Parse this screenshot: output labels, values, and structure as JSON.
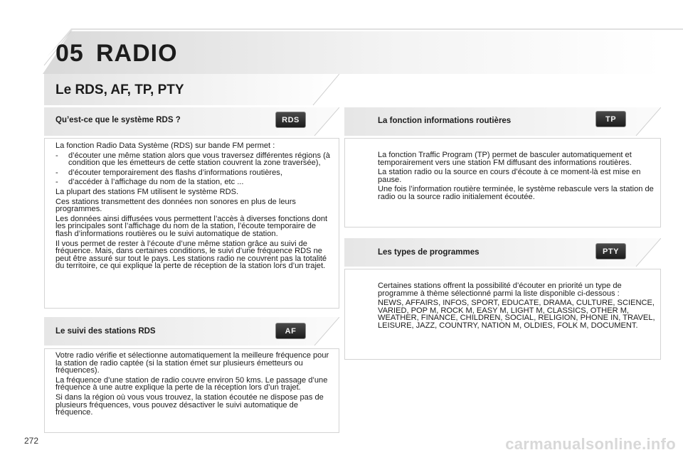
{
  "header": {
    "chapter_number": "05",
    "chapter_title": "RADIO"
  },
  "page_heading": "Le RDS, AF, TP, PTY",
  "sections": {
    "rds": {
      "title": "Qu’est-ce que le système RDS ?",
      "badge": "RDS",
      "intro": "La fonction Radio Data Système (RDS) sur bande FM permet :",
      "items": [
        "d’écouter une même station alors que vous traversez différentes régions (à condition que les émetteurs de cette station couvrent la zone traversée),",
        "d’écouter temporairement des flashs d’informations routières,",
        "d’accéder à l’affichage du nom de la station, etc ..."
      ],
      "p1": "La plupart des stations FM utilisent le système RDS.",
      "p2": "Ces stations transmettent des données non sonores en plus de leurs programmes.",
      "p3": "Les données ainsi diffusées vous permettent l’accès à diverses fonctions dont les principales sont l’affichage du nom de la station, l’écoute temporaire de flash d’informations routières ou le suivi automatique de station.",
      "p4": "Il vous permet de rester à l’écoute d’une même station grâce au suivi de fréquence. Mais, dans certaines conditions, le suivi d’une fréquence RDS ne peut être assuré sur tout le pays. Les stations radio ne couvrent pas la totalité du territoire, ce qui explique la perte de réception de la station lors d’un trajet."
    },
    "af": {
      "title": "Le suivi des stations RDS",
      "badge": "AF",
      "p1": "Votre radio vérifie et sélectionne automatiquement la meilleure fréquence pour la station de radio captée (si la station émet sur plusieurs émetteurs ou fréquences).",
      "p2": "La fréquence d’une station de radio couvre environ 50 kms. Le passage d’une fréquence à une autre explique la perte de la réception lors d’un trajet.",
      "p3": "Si dans la région où vous vous trouvez, la station écoutée ne dispose pas de plusieurs fréquences, vous pouvez désactiver le suivi automatique de fréquence."
    },
    "tp": {
      "title": "La fonction informations routières",
      "badge": "TP",
      "p1": "La fonction Traffic Program (TP) permet de basculer automatiquement et temporairement vers une station FM diffusant des informations routières.",
      "p2": "La station radio ou la source en cours d’écoute à ce moment-là est mise en pause.",
      "p3": "Une fois l’information routière terminée, le système rebascule vers la station de radio ou la source radio initialement écoutée."
    },
    "pty": {
      "title": "Les types de programmes",
      "badge": "PTY",
      "p1": "Certaines stations offrent la possibilité d’écouter en priorité un type de programme à thème sélectionné parmi la liste disponible ci-dessous :",
      "p2": "NEWS, AFFAIRS, INFOS, SPORT, EDUCATE, DRAMA, CULTURE, SCIENCE, VARIED, POP M, ROCK M, EASY M, LIGHT M, CLASSICS, OTHER M, WEATHER, FINANCE, CHILDREN, SOCIAL, RELIGION, PHONE IN, TRAVEL, LEISURE, JAZZ, COUNTRY, NATION M, OLDIES, FOLK M, DOCUMENT."
    }
  },
  "list_marker": "-",
  "footer": {
    "page_number": "272",
    "watermark": "carmanualsonline.info"
  }
}
